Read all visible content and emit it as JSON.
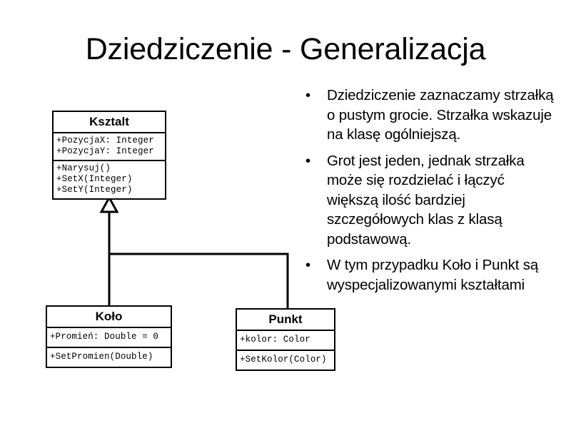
{
  "slide": {
    "title": "Dziedziczenie - Generalizacja",
    "bullet_marker": "•",
    "bullets": [
      "Dziedziczenie zaznaczamy strzałką o pustym grocie. Strzałka wskazuje na klasę ogólniejszą.",
      "Grot jest jeden, jednak strzałka może się rozdzielać i łączyć większą ilość bardziej szczegółowych klas z klasą podstawową.",
      "W tym przypadku Koło i Punkt są wyspecjalizowanymi kształtami"
    ]
  },
  "diagram": {
    "type": "uml-class-diagram",
    "relationship": "generalization",
    "line_color": "#000000",
    "fill_color": "#ffffff",
    "classes": {
      "ksztalt": {
        "name": "Ksztalt",
        "attributes": [
          "+PozycjaX: Integer",
          "+PozycjaY: Integer"
        ],
        "operations": [
          "+Narysuj()",
          "+SetX(Integer)",
          "+SetY(Integer)"
        ]
      },
      "kolo": {
        "name": "Koło",
        "attributes": [
          "+Promień: Double = 0"
        ],
        "operations": [
          "+SetPromien(Double)"
        ]
      },
      "punkt": {
        "name": "Punkt",
        "attributes": [
          "+kolor: Color"
        ],
        "operations": [
          "+SetKolor(Color)"
        ]
      }
    }
  }
}
